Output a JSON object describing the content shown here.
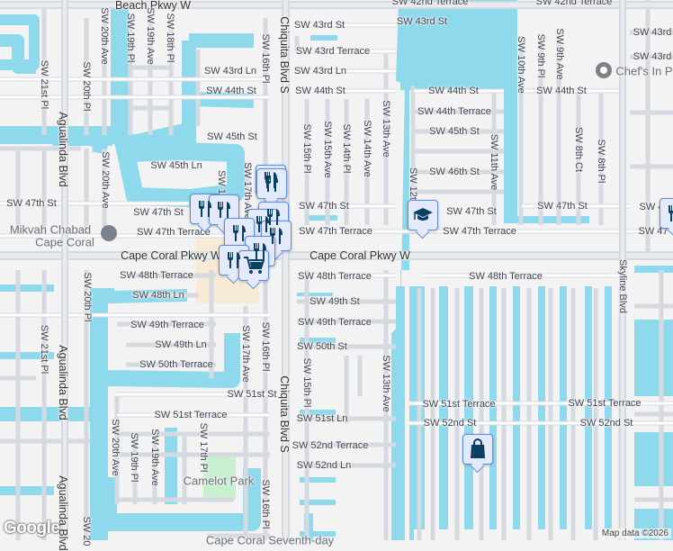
{
  "map": {
    "colors": {
      "land": "#f4f3f4",
      "water": "#8fd9ec",
      "road": "#ffffff",
      "road_edge": "#d5dae0",
      "park": "#c8f0cf",
      "commercial": "#f7ebd8",
      "pin_fill": "#e3eafc",
      "pin_border": "#5b8de0",
      "pin_icon": "#0b3f63"
    },
    "labels": [
      "Beach Pkwy W",
      "SW 43rd St",
      "SW 42nd Terrace",
      "SW 42nd Terrace",
      "SW 43rd St",
      "SW 43rd Terrace",
      "SW 43rd Ln",
      "SW 44th St",
      "SW 43rd Ln",
      "SW 44th St",
      "SW 45th St",
      "SW 45th Ln",
      "SW 47th St",
      "SW 47th St",
      "SW 47th Terrace",
      "SW 47th Terrace",
      "SW 44th St",
      "SW 44th Terrace",
      "SW 45th St",
      "SW 46th St",
      "SW 47th St",
      "SW 47th Terrace",
      "SW 44th St",
      "SW 47th St",
      "SW 43rd",
      "SW 43rd",
      "Cape Coral Pkwy W",
      "Cape Coral Pkwy W",
      "SW 48th Terrace",
      "SW 48th Terrace",
      "SW 48th Terrace",
      "SW 48th Ln",
      "SW 49th St",
      "SW 49th Terrace",
      "SW 49th Terrace",
      "SW 49th Ln",
      "SW 50th St",
      "SW 50th Terrace",
      "SW 51st St",
      "SW 51st Terrace",
      "SW 51st Ln",
      "SW 51st Terrace",
      "SW 51st Terrace",
      "SW 52nd St",
      "SW 52nd St",
      "SW 52nd Terrace",
      "SW 52nd Ln",
      "SW 47th St",
      "SW 4",
      "SW 47"
    ],
    "vlabels": [
      "SW 20th Ave",
      "SW 19th Pl",
      "SW 19th Ave",
      "SW 18th Pl",
      "SW 21st Pl",
      "SW 20th Pl",
      "Agualinda Blvd",
      "SW 16th Pl",
      "Chiquita Blvd S",
      "SW 20th Ave",
      "SW 17th Ave",
      "SW 15th Pl",
      "SW 15th Ave",
      "SW 14th Pl",
      "SW 14th Ave",
      "SW 13th Ave",
      "SW 12th",
      "SW 11th Ave",
      "SW 10th Ave",
      "SW 9th Pl",
      "SW 9th Ave",
      "SW 8th Ct",
      "SW 8th Pl",
      "Skyline Blvd",
      "SW 20th Pl",
      "SW 21st Pl",
      "Agualinda Blvd",
      "SW 17th Ave",
      "SW 16th Pl",
      "Chiquita Blvd S",
      "SW 15th Pl",
      "SW 13th Ave",
      "SW 20th Ave",
      "SW 19th Pl",
      "SW 19th Ave",
      "SW 17th Pl",
      "SW 16th Pl",
      "Agualinda Blvd",
      "SW 20",
      "SW 17th A"
    ],
    "places": {
      "mikvah_line1": "Mikvah Chabad",
      "mikvah_line2": "Cape Coral",
      "chefs": "Chef's In P",
      "camelot": "Camelot Park",
      "seventh_day": "Cape Coral Seventh-day"
    },
    "pins": {
      "restaurant": "fork-knife-icon",
      "school": "graduation-cap-icon",
      "shopping": "shopping-bag-icon",
      "grocery": "shopping-cart-icon"
    },
    "attribution": "Map data ©2026",
    "logo": "Google"
  }
}
